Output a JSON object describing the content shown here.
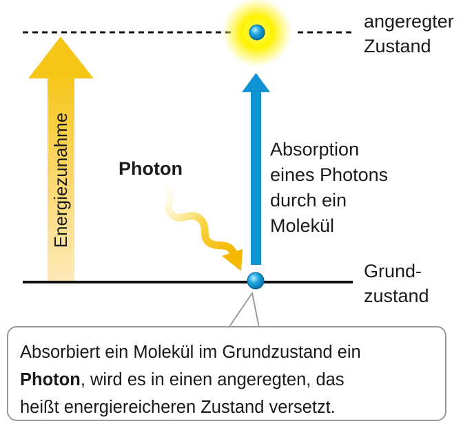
{
  "labels": {
    "excited_state": [
      "angeregter",
      "Zustand"
    ],
    "ground_state": [
      "Grund-",
      "zustand"
    ],
    "absorption": [
      "Absorption",
      "eines Photons",
      "durch ein",
      "Molekül"
    ],
    "photon": "Photon",
    "energy_increase": "Energiezunahme"
  },
  "caption": {
    "line1": "Absorbiert ein Molekül im Grundzustand ein",
    "line2_bold": "Photon",
    "line2_rest": ", wird es in einen angeregten, das",
    "line3": "heißt energiereicheren Zustand versetzt."
  },
  "colors": {
    "energy_arrow": "#f5c518",
    "absorption_arrow": "#0f93d2",
    "molecule": "#1ea9e4",
    "glow": "#fff200",
    "photon_wave": "#f4c21a",
    "level_line": "#111111"
  }
}
